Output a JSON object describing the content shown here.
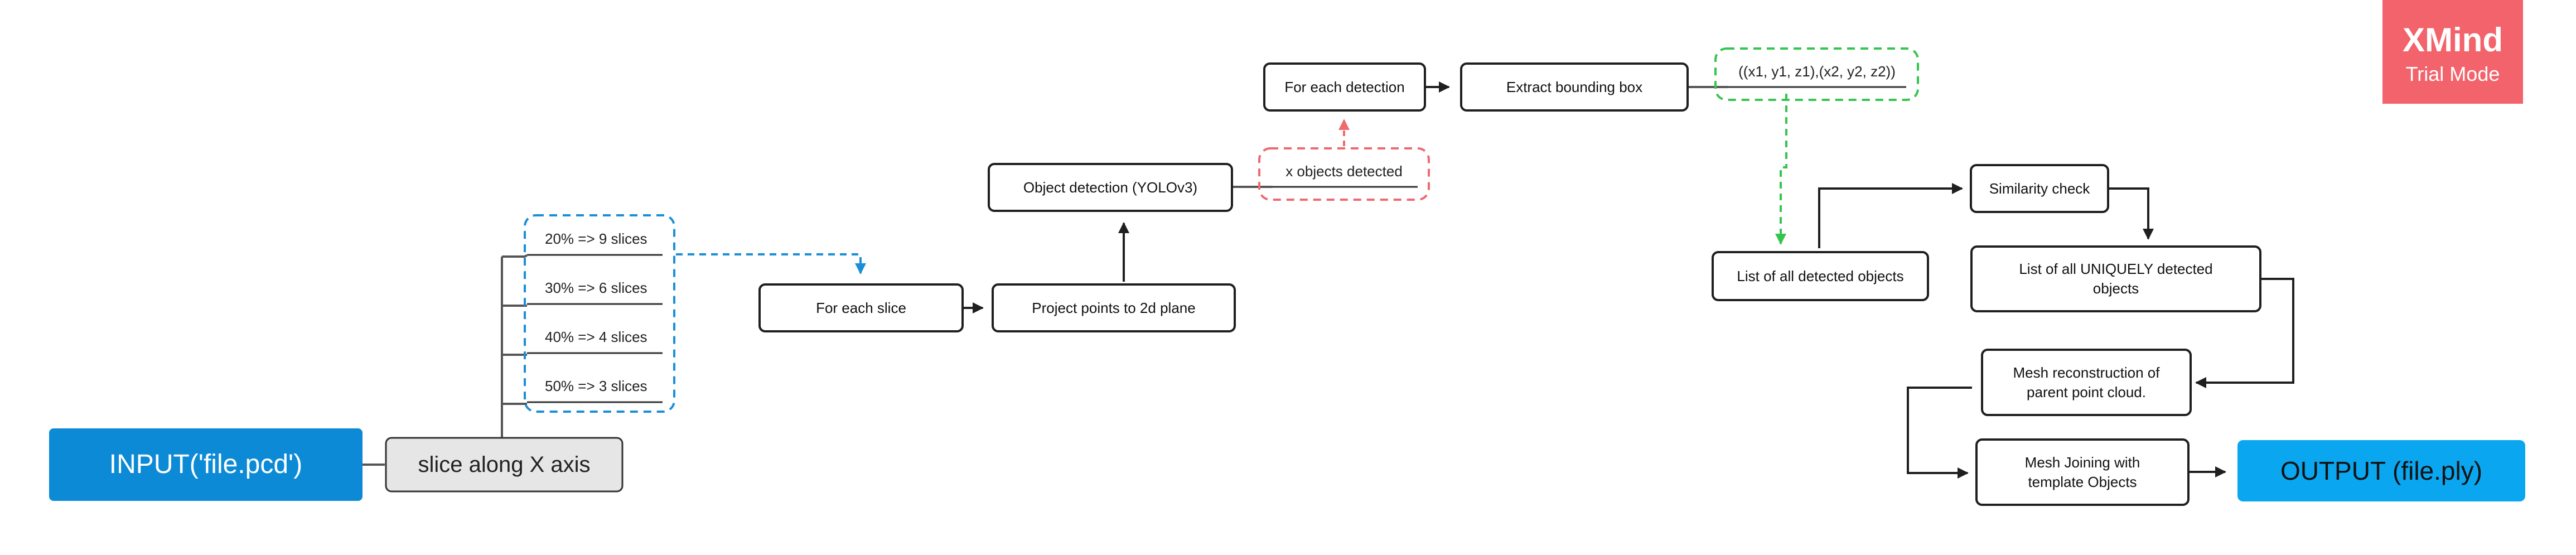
{
  "nodes": {
    "input": "INPUT('file.pcd')",
    "slice_along_x": "slice along X axis",
    "slices": [
      "20% => 9 slices",
      "30% => 6 slices",
      "40% => 4 slices",
      "50% => 3 slices"
    ],
    "for_each_slice": "For each slice",
    "project_points": "Project points to 2d plane",
    "object_detection": "Object detection (YOLOv3)",
    "x_objects_detected": "x objects detected",
    "for_each_detection": "For each detection",
    "extract_bbox": "Extract bounding box",
    "bbox_coords": "((x1, y1, z1),(x2, y2, z2))",
    "list_all_detected": "List of all detected objects",
    "similarity_check": "Similarity check",
    "list_unique_line1": "List of all UNIQUELY detected",
    "list_unique_line2": "objects",
    "mesh_recon_line1": "Mesh reconstruction of",
    "mesh_recon_line2": "parent point cloud.",
    "mesh_join_line1": "Mesh Joining with",
    "mesh_join_line2": "template Objects",
    "output": "OUTPUT (file.ply)"
  },
  "watermark": {
    "title": "XMind",
    "subtitle": "Trial Mode"
  },
  "colors": {
    "input_fill": "#0d8ad6",
    "output_fill": "#0aa6ef",
    "watermark_fill": "#f2636b",
    "blue_dashed": "#1b8fd6",
    "red_dashed": "#ee6a6f",
    "green_dashed": "#35c44e",
    "stroke": "#1f1f1f",
    "branch_line": "#555555"
  }
}
